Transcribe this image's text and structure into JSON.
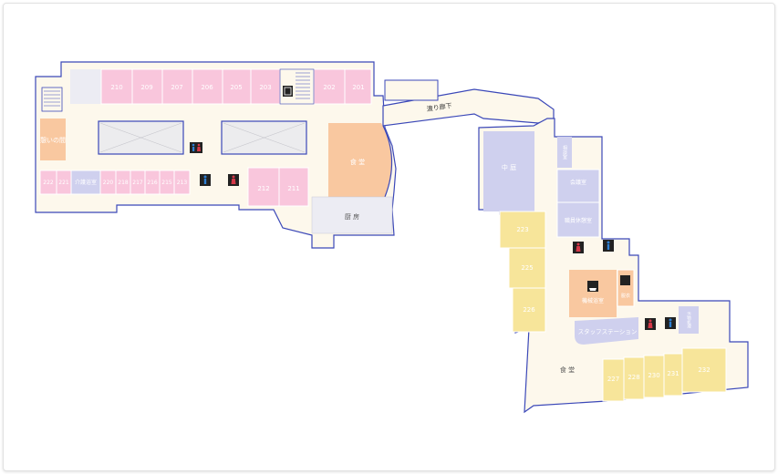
{
  "colors": {
    "floor": "#fdf8ec",
    "wall": "#3b48b8",
    "room_pink": "#f9c6dc",
    "room_lavender": "#cfd0ee",
    "room_orange": "#f9c8a0",
    "room_yellow": "#f7e59a",
    "room_gray": "#ececf3",
    "void": "#ececee",
    "male": "#2d7fd2",
    "female": "#d43848"
  },
  "rooms": {
    "r210": "210",
    "r209": "209",
    "r207": "207",
    "r206": "206",
    "r205": "205",
    "r203": "203",
    "r202": "202",
    "r201": "201",
    "r222": "222",
    "r221": "221",
    "r220": "220",
    "r218": "218",
    "r217": "217",
    "r216": "216",
    "r215": "215",
    "r213": "213",
    "r212": "212",
    "r211": "211",
    "r223": "223",
    "r225": "225",
    "r226": "226",
    "r227": "227",
    "r228": "228",
    "r230": "230",
    "r231": "231",
    "r232": "232"
  },
  "labels": {
    "ikoi": "憩いの間",
    "kaigo": "介護浴室",
    "shokudo1": "食 堂",
    "chubo": "厨 房",
    "watari": "渡り廊下",
    "chuou": "中 庭",
    "soudan": "相談室",
    "kaigishitsu": "会議室",
    "kyukei": "職員休憩室",
    "kikaiyoku": "機械浴室",
    "datsui": "脱衣",
    "station": "スタッフステーション",
    "shokudo2": "食 堂",
    "side_label": "汚物処理"
  }
}
